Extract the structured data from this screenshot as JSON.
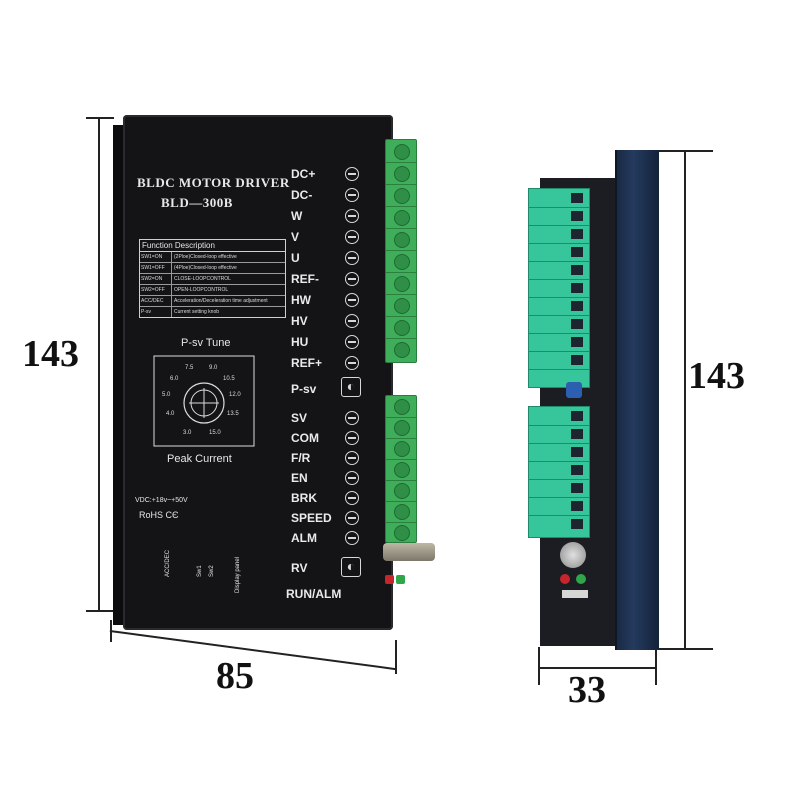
{
  "dimensions": {
    "height_front": "143",
    "width_front": "85",
    "height_side": "143",
    "width_side": "33"
  },
  "panel": {
    "title": "BLDC MOTOR DRIVER",
    "model": "BLD—300B",
    "function_description": {
      "heading": "Function Description",
      "rows": [
        {
          "key": "SW1=ON",
          "value": "(2Ploe)Closed-loop effective"
        },
        {
          "key": "SW1=OFF",
          "value": "(4Ploe)Closed-loop effective"
        },
        {
          "key": "SW2=ON",
          "value": "CLOSE-LOOPCONTROL"
        },
        {
          "key": "SW2=OFF",
          "value": "OPEN-LOOPCONTROL"
        },
        {
          "key": "ACC/DEC",
          "value": "Acceleration/Deceleration time adjustment"
        },
        {
          "key": "P-sv",
          "value": "Current setting knob"
        }
      ]
    },
    "dial": {
      "title": "P-sv Tune",
      "subtitle": "Peak Current",
      "ticks": [
        "7.5",
        "9.0",
        "6.0",
        "10.5",
        "5.0",
        "12.0",
        "4.0",
        "13.5",
        "3.0",
        "15.0"
      ]
    },
    "voltage": "VDC:+18v~+50V",
    "certs": "RoHS  СЄ",
    "bottom_labels": [
      "ACC/DEC",
      "Sw1",
      "Sw2",
      "Display panel"
    ]
  },
  "terminals": {
    "upper": [
      "DC+",
      "DC-",
      "W",
      "V",
      "U",
      "REF-",
      "HW",
      "HV",
      "HU",
      "REF+"
    ],
    "psv": "P-sv",
    "lower": [
      "SV",
      "COM",
      "F/R",
      "EN",
      "BRK",
      "SPEED",
      "ALM"
    ],
    "rv": "RV",
    "run_alm": "RUN/ALM"
  },
  "colors": {
    "panel": "#141416",
    "terminal_green": "#3fae5a",
    "side_terminal": "#37c59b",
    "heatsink": "#243a5e"
  }
}
